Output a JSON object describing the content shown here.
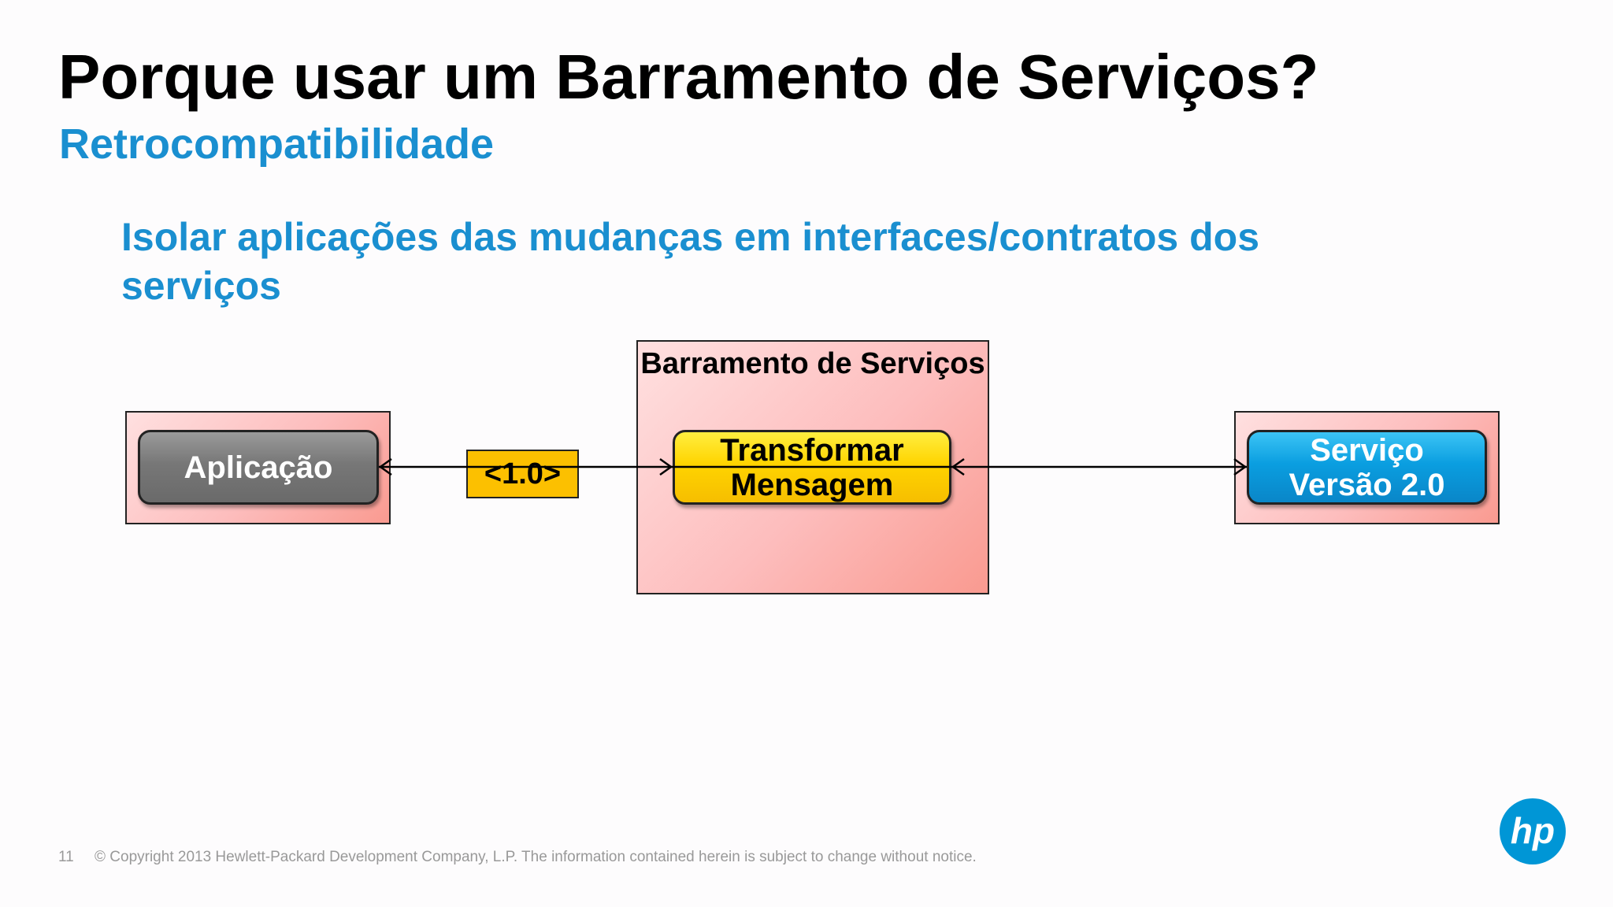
{
  "slide": {
    "title": "Porque usar um Barramento de Serviços?",
    "subtitle": "Retrocompatibilidade",
    "bullet": "Isolar aplicações das mudanças em interfaces/contratos dos serviços"
  },
  "diagram": {
    "application": "Aplicação",
    "version_tag": "<1.0>",
    "bus_title": "Barramento de Serviços",
    "transform": "Transformar Mensagem",
    "service": "Serviço Versão 2.0",
    "colors": {
      "application": "#777777",
      "transform": "#ffd400",
      "service": "#0a9ee0",
      "version_tag": "#fcc000",
      "container": "#fdbdbd"
    }
  },
  "footer": {
    "page_number": "11",
    "copyright": "© Copyright 2013 Hewlett-Packard Development Company, L.P.  The information contained herein is subject to change without notice.",
    "logo_text": "hp",
    "brand_color": "#0096d6"
  }
}
